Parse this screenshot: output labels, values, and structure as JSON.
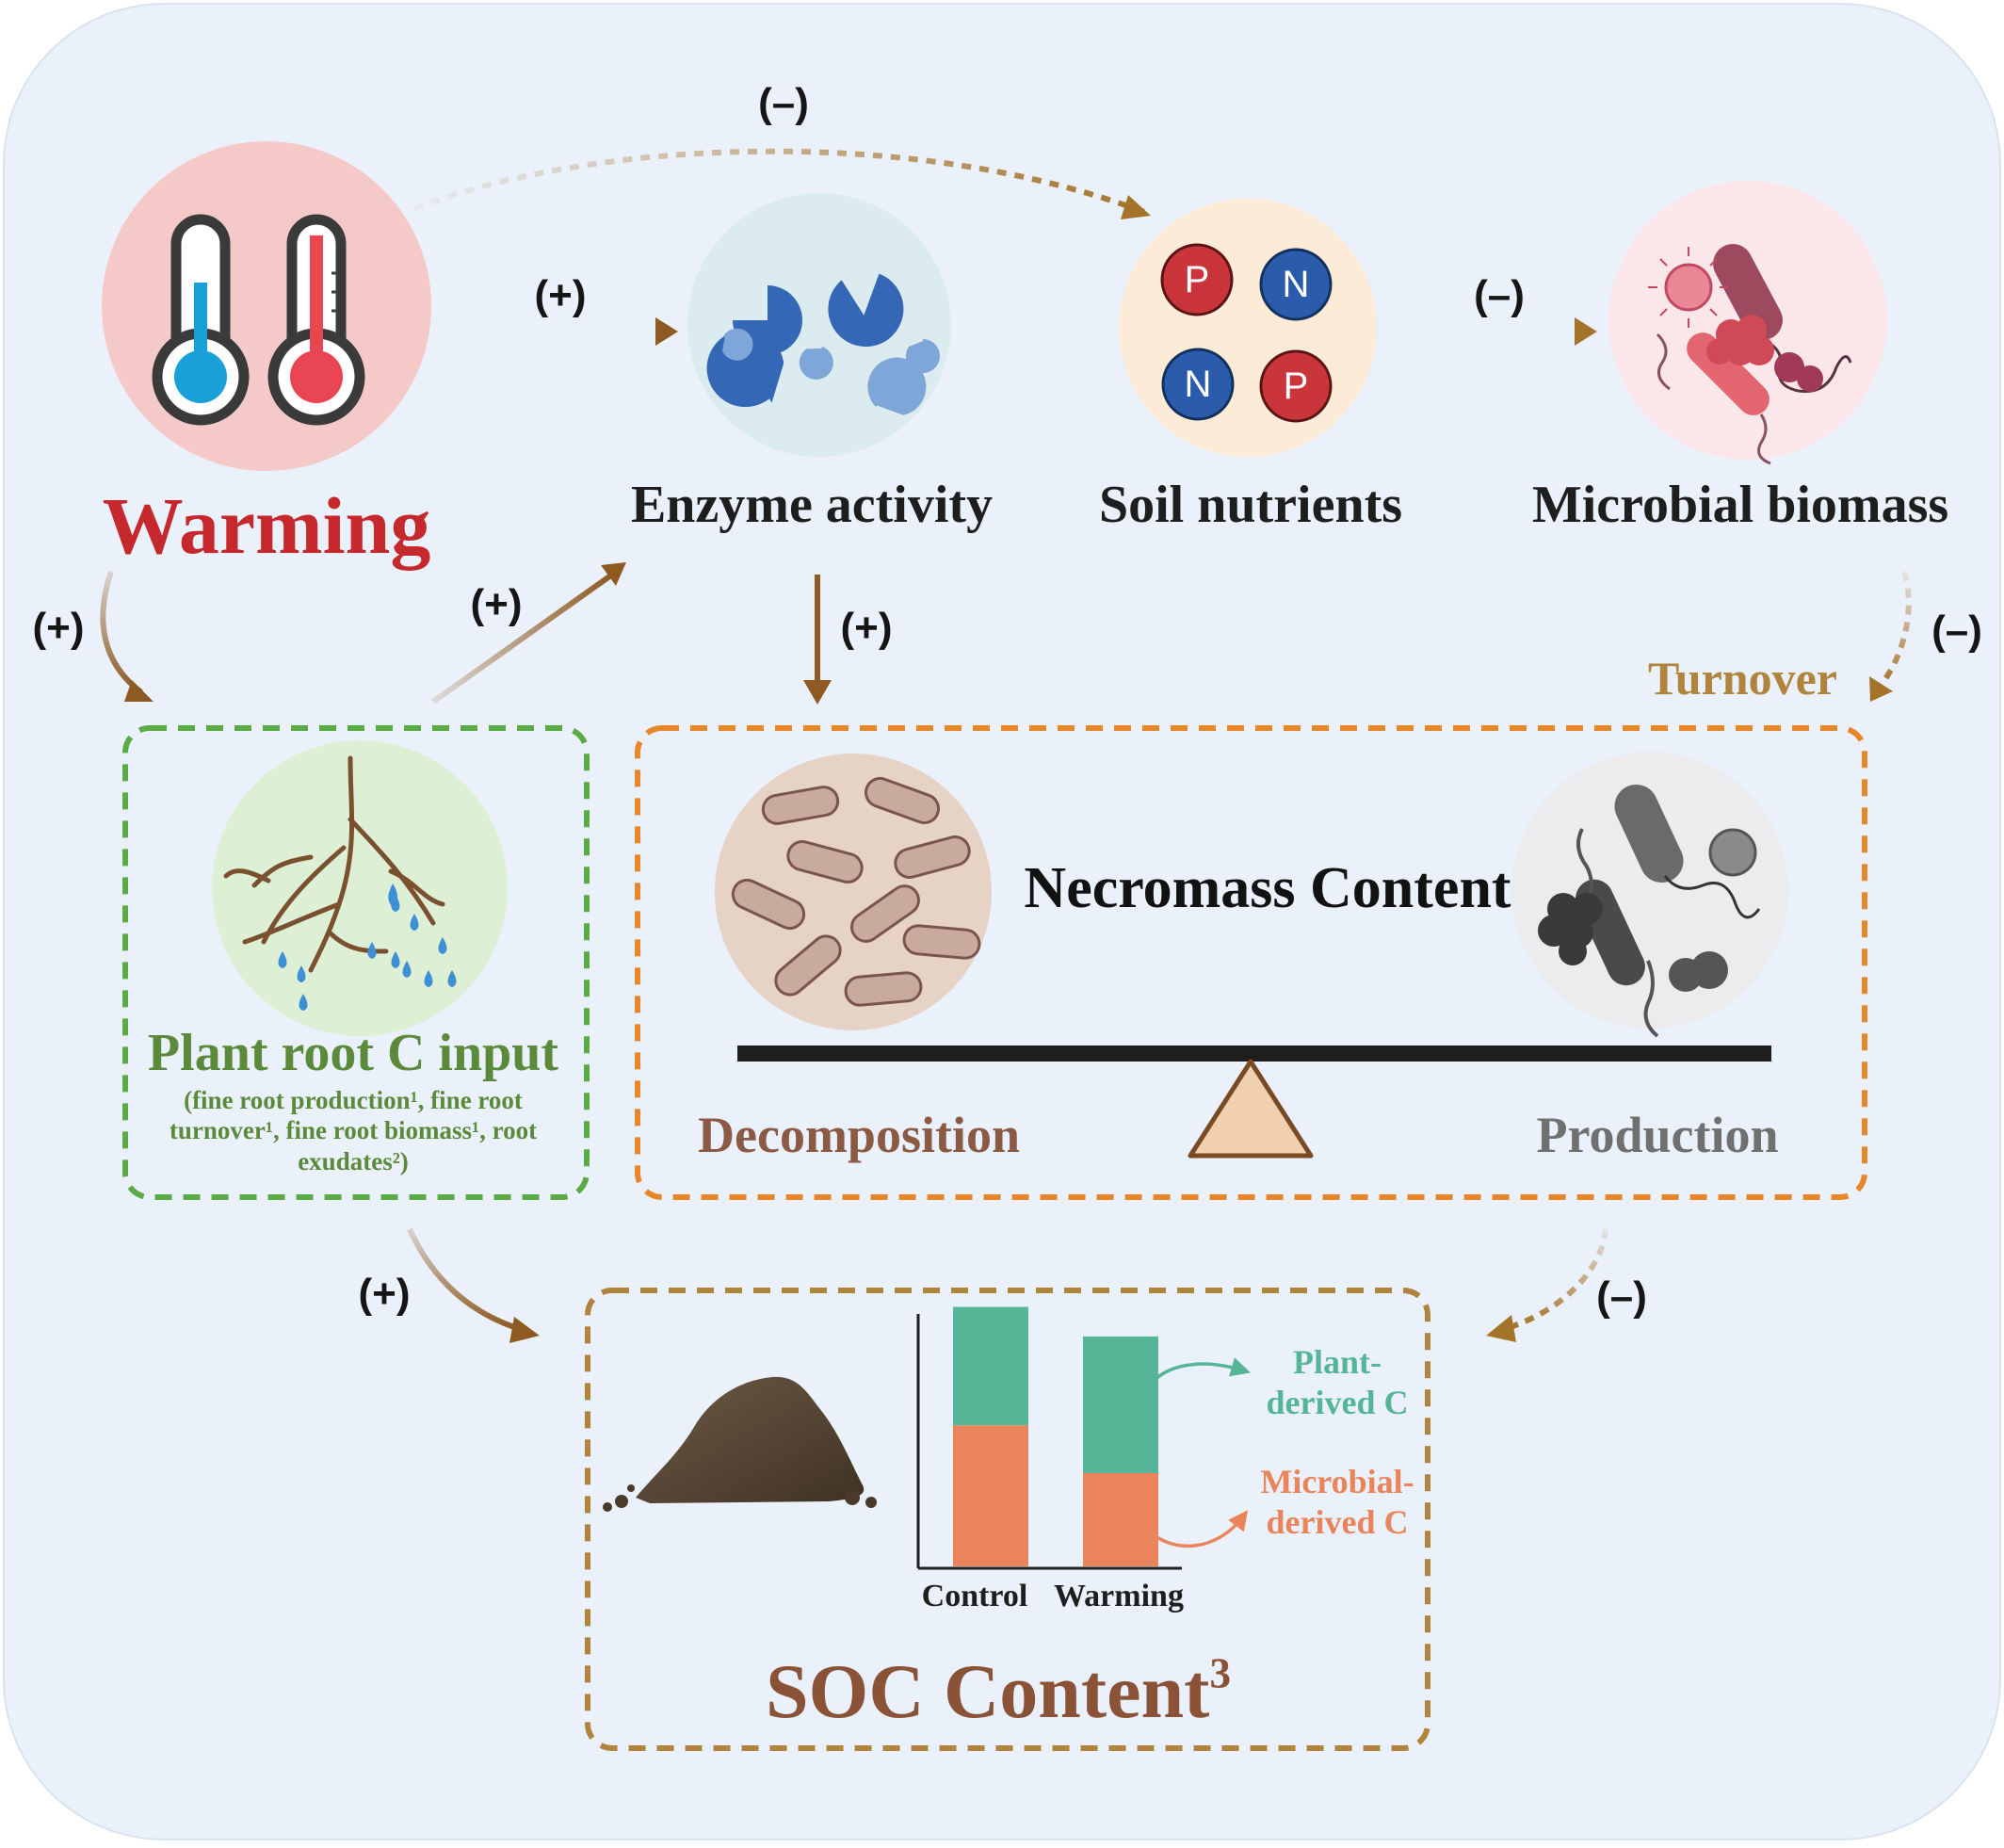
{
  "nodes": {
    "warming": "Warming",
    "enzyme": "Enzyme activity",
    "nutrients": "Soil nutrients",
    "microbial": "Microbial biomass",
    "plant_root": "Plant root C input",
    "plant_root_detail": "(fine root production¹, fine root turnover¹, fine root biomass¹, root exudates²)",
    "necromass": "Necromass Content",
    "decomposition": "Decomposition",
    "production": "Production",
    "turnover": "Turnover",
    "soc": "SOC Content",
    "soc_sup": "3"
  },
  "nutrient_labels": [
    "P",
    "N",
    "N",
    "P"
  ],
  "signs": {
    "warming_to_nutrients": "(–)",
    "warming_to_enzyme": "(+)",
    "nutrients_to_microbial": "(–)",
    "warming_to_root": "(+)",
    "root_to_enzyme": "(+)",
    "enzyme_to_necromass": "(+)",
    "microbial_to_necromass": "(–)",
    "root_to_soc": "(+)",
    "necromass_to_soc": "(–)"
  },
  "chart_data": {
    "type": "bar",
    "categories": [
      "Control",
      "Warming"
    ],
    "series": [
      {
        "name": "Microbial-derived C",
        "values": [
          0.62,
          0.41
        ]
      },
      {
        "name": "Plant-derived C",
        "values": [
          0.52,
          0.6
        ]
      }
    ],
    "legend": [
      "Plant-derived C",
      "Microbial-derived C"
    ],
    "legend_lines": [
      [
        "Plant-",
        "derived C"
      ],
      [
        "Microbial-",
        "derived C"
      ]
    ],
    "ylim": [
      0,
      1.2
    ],
    "grid": false,
    "legend_placement": "right",
    "colors": {
      "plant": "#56b597",
      "microbial": "#ea845a"
    }
  },
  "colors": {
    "background": "#eaf1fb",
    "warming_text": "#c5282d",
    "plant_text": "#5b8a3a",
    "arrow_brown": "#8e5a22",
    "arrow_dotted": "#a5742b",
    "turnover_text": "#b0843c",
    "necromass_border": "#e8872a",
    "plant_border": "#5aaa46",
    "soc_border": "#b0843c",
    "soc_text": "#8a5236",
    "decomposition_text": "#8a5a44",
    "production_text": "#707070",
    "enzyme_blue": "#3468b6",
    "nutrient_red": "#c9353b",
    "nutrient_blue": "#2b5cab"
  }
}
